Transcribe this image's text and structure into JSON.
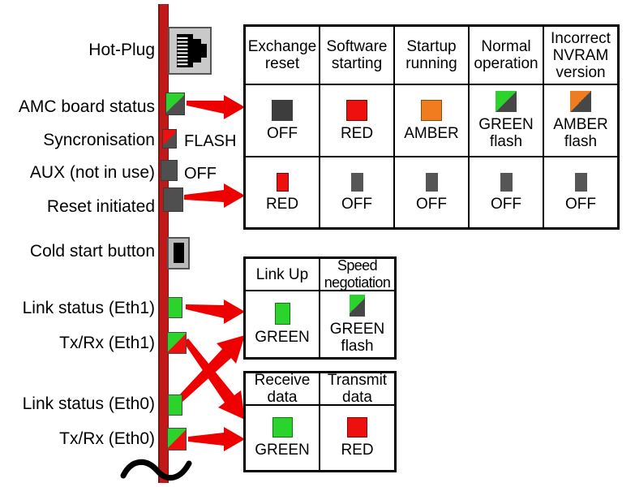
{
  "colors": {
    "board_red": "#c11818",
    "arrow_red": "#ee0000",
    "led_green": "#2cd32c",
    "led_red": "#ee0f0f",
    "led_amber": "#ef7d1f",
    "led_off_dark": "#3d3d3d",
    "led_off_gray": "#565656"
  },
  "left": {
    "labels": [
      {
        "text": "Hot-Plug"
      },
      {
        "text": "AMC board status"
      },
      {
        "text": "Syncronisation"
      },
      {
        "text": "AUX (not in use)"
      },
      {
        "text": "Reset initiated"
      },
      {
        "text": "Cold start button"
      },
      {
        "text": "Link status (Eth1)"
      },
      {
        "text": "Tx/Rx (Eth1)"
      },
      {
        "text": "Link status (Eth0)"
      },
      {
        "text": "Tx/Rx (Eth0)"
      }
    ],
    "notes": {
      "flash": "FLASH",
      "off": "OFF"
    }
  },
  "amc_table": {
    "columns": [
      {
        "header": "Exchange\nreset",
        "top_label": "OFF",
        "bottom_label": "RED"
      },
      {
        "header": "Software\nstarting",
        "top_label": "RED",
        "bottom_label": "OFF"
      },
      {
        "header": "Startup\nrunning",
        "top_label": "AMBER",
        "bottom_label": "OFF"
      },
      {
        "header": "Normal\noperation",
        "top_label": "GREEN\nflash",
        "bottom_label": "OFF"
      },
      {
        "header": "Incorrect\nNVRAM\nversion",
        "top_label": "AMBER\nflash",
        "bottom_label": "OFF"
      }
    ]
  },
  "link_table": {
    "columns": [
      {
        "header": "Link Up",
        "label": "GREEN"
      },
      {
        "header": "Speed\nnegotiation",
        "label": "GREEN\nflash"
      }
    ]
  },
  "data_table": {
    "columns": [
      {
        "header": "Receive\ndata",
        "label": "GREEN"
      },
      {
        "header": "Transmit\ndata",
        "label": "RED"
      }
    ]
  }
}
